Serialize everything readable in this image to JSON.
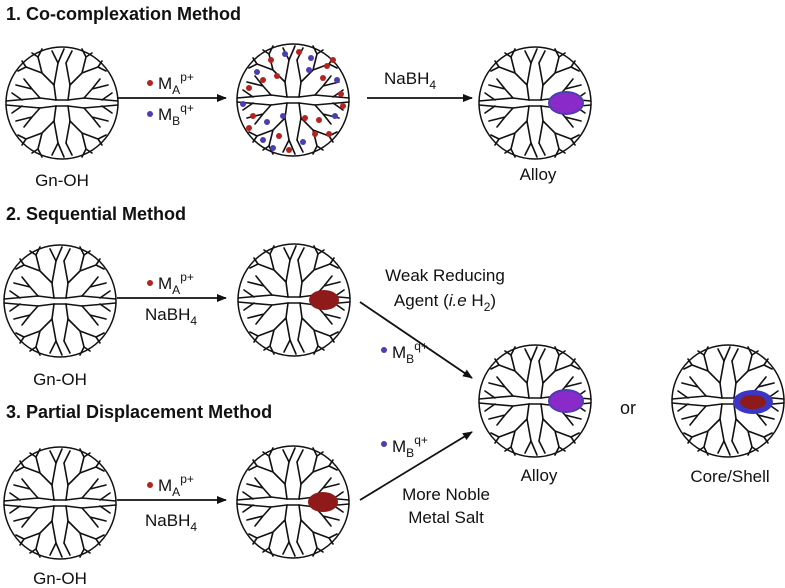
{
  "colors": {
    "metal_a": "#b3241f",
    "metal_b": "#4a3fb0",
    "alloy": "#8a2ac8",
    "core": "#8e1a1a",
    "shell": "#3b36c4",
    "line": "#111111"
  },
  "section1": {
    "title": "1. Co-complexation Method"
  },
  "section2": {
    "title": "2. Sequential Method"
  },
  "section3": {
    "title": "3. Partial Displacement Method"
  },
  "labels": {
    "gn_oh": "Gn-OH",
    "alloy": "Alloy",
    "or": "or",
    "core_shell": "Core/Shell"
  },
  "reagents": {
    "ma_base": "M",
    "ma_sub": "A",
    "ma_sup": "p+",
    "mb_base": "M",
    "mb_sub": "B",
    "mb_sup": "q+",
    "nabh4_base": "NaBH",
    "nabh4_sub": "4",
    "weak_line1": "Weak Reducing",
    "weak_line2_a": "Agent (",
    "weak_line2_ie": "i.e",
    "weak_line2_b": " H",
    "weak_line2_sub": "2",
    "weak_line2_c": ")",
    "noble_line1": "More Noble",
    "noble_line2": "Metal Salt"
  }
}
